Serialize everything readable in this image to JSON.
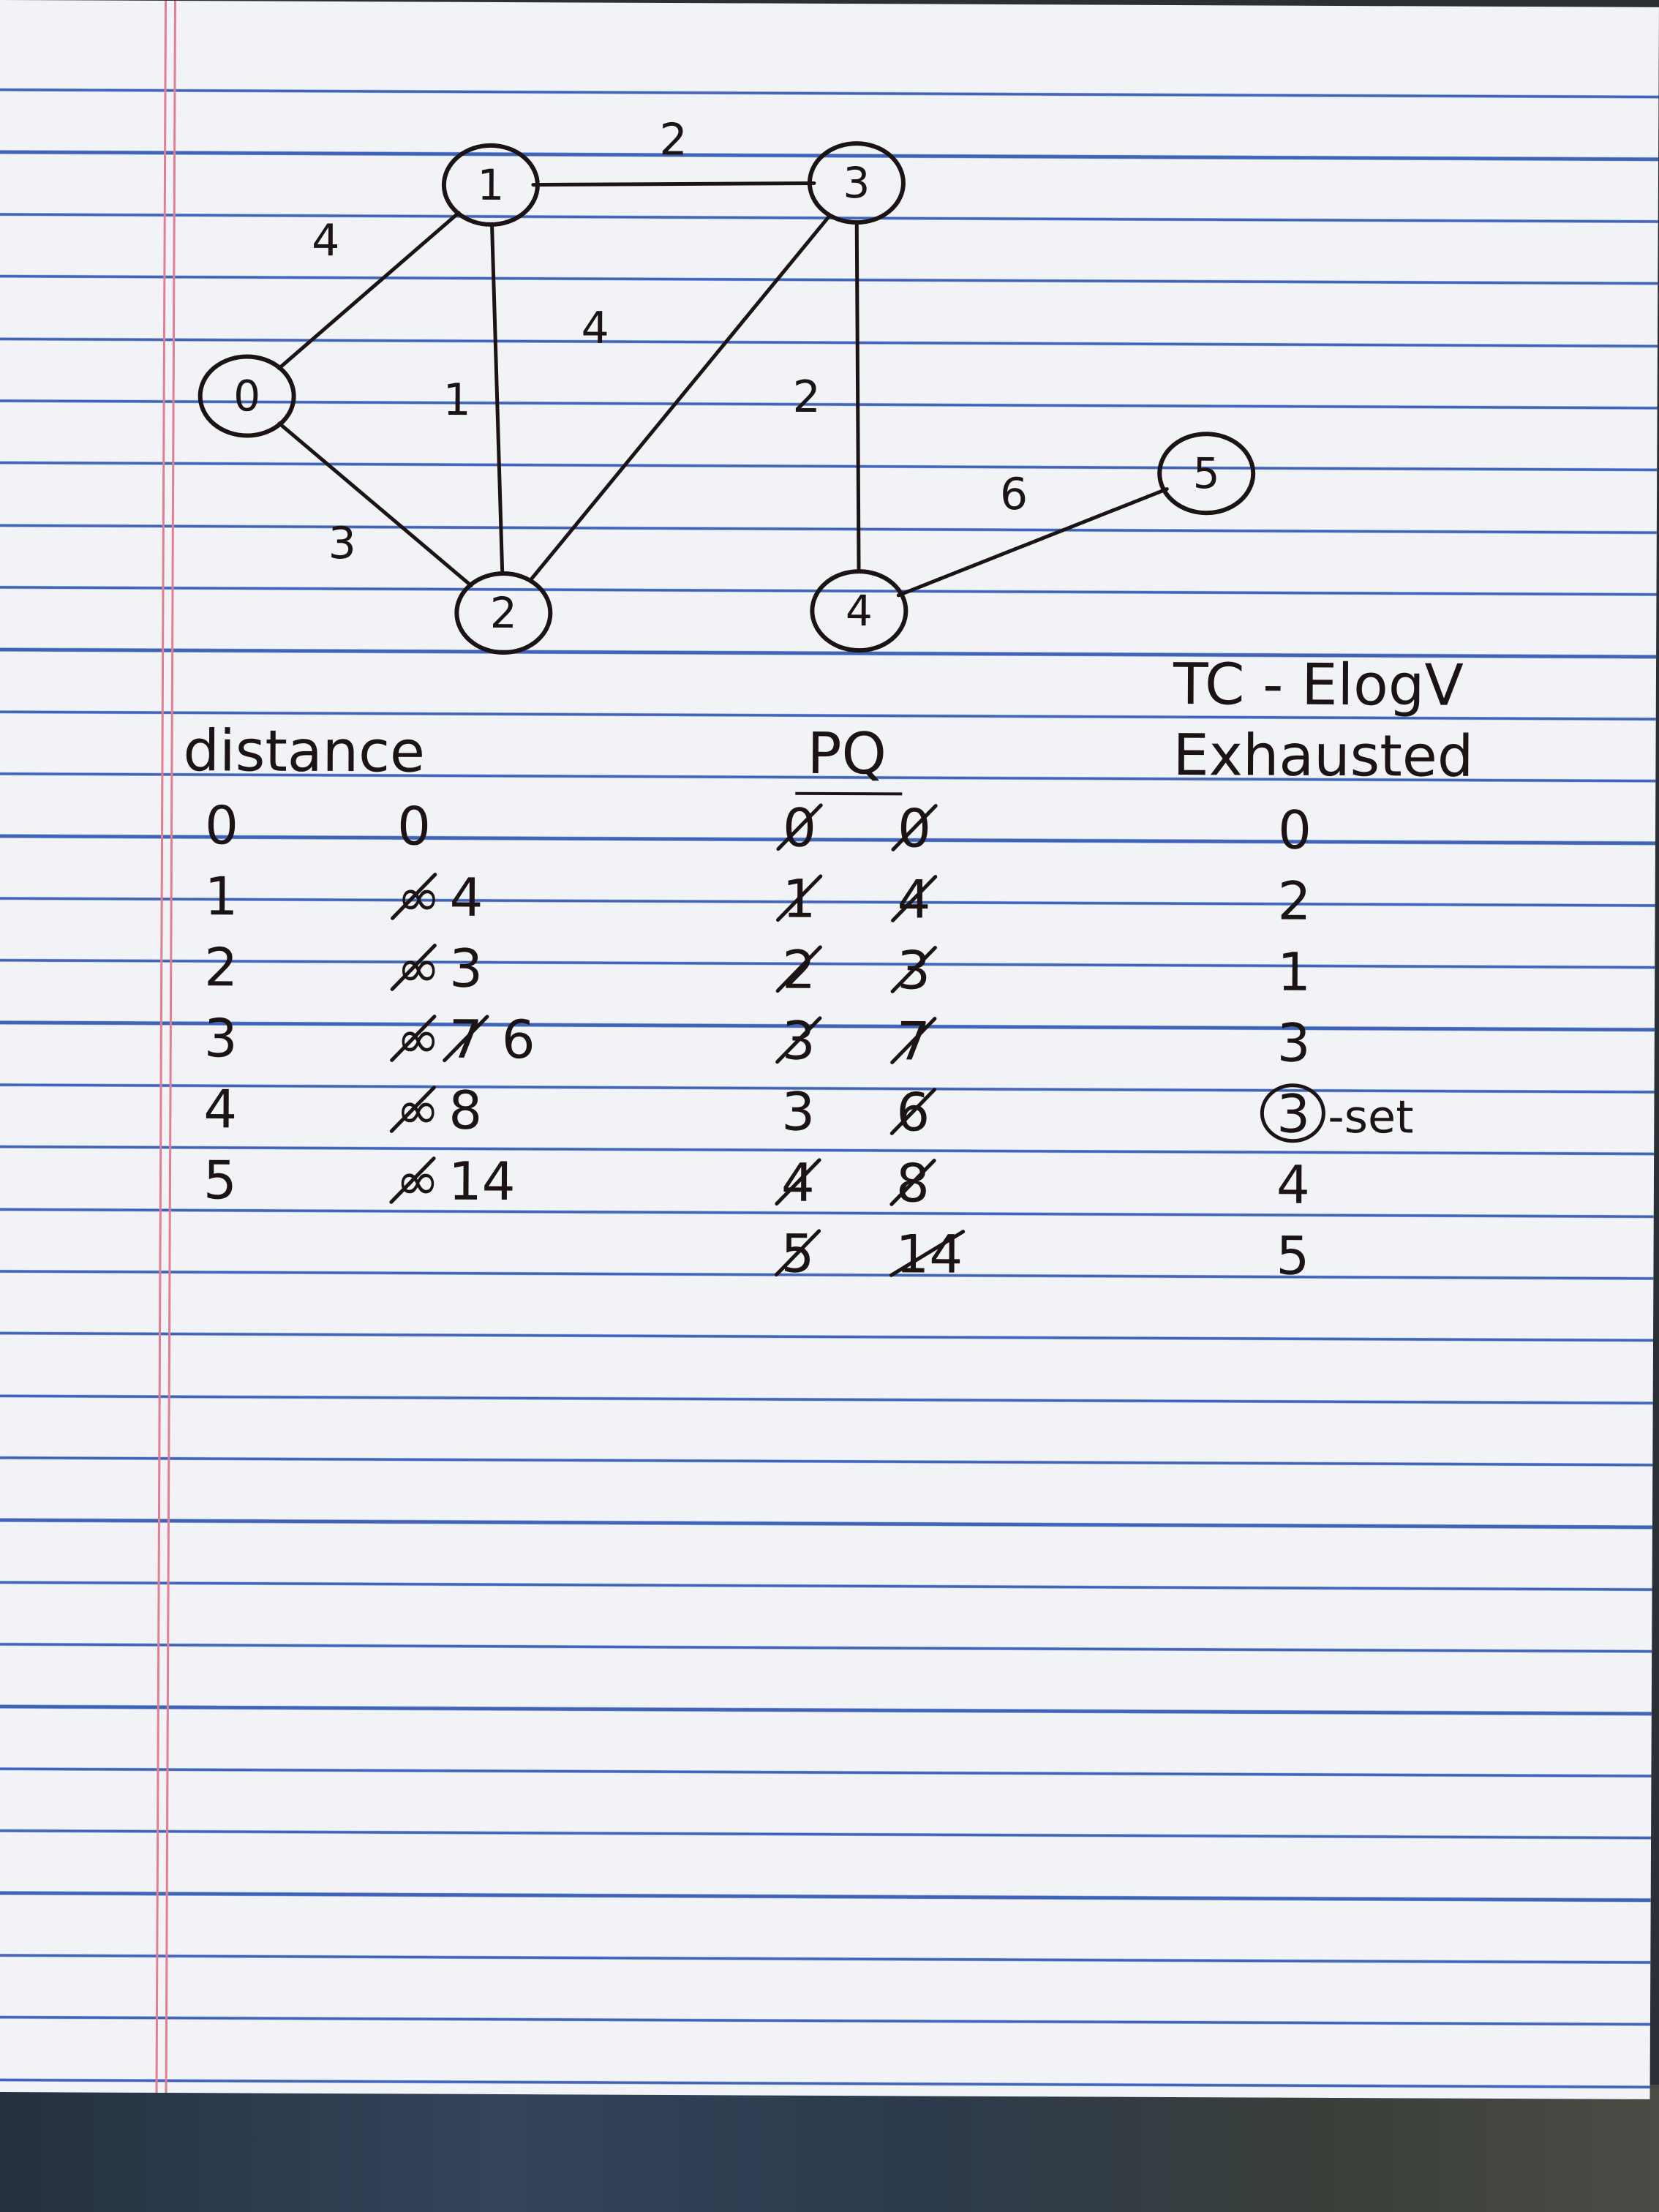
{
  "graph": {
    "nodes": [
      {
        "id": "0",
        "label": "0"
      },
      {
        "id": "1",
        "label": "1"
      },
      {
        "id": "2",
        "label": "2"
      },
      {
        "id": "3",
        "label": "3"
      },
      {
        "id": "4",
        "label": "4"
      },
      {
        "id": "5",
        "label": "5"
      }
    ],
    "edges": [
      {
        "from": "0",
        "to": "1",
        "weight": "4"
      },
      {
        "from": "0",
        "to": "2",
        "weight": "3"
      },
      {
        "from": "1",
        "to": "2",
        "weight": "1"
      },
      {
        "from": "1",
        "to": "3",
        "weight": "2"
      },
      {
        "from": "2",
        "to": "3",
        "weight": "4"
      },
      {
        "from": "3",
        "to": "4",
        "weight": "2"
      },
      {
        "from": "4",
        "to": "5",
        "weight": "6"
      }
    ]
  },
  "distance": {
    "title": "distance",
    "rows": [
      {
        "node": "0",
        "crossed": [],
        "value": "0"
      },
      {
        "node": "1",
        "crossed": [
          "∞"
        ],
        "value": "4"
      },
      {
        "node": "2",
        "crossed": [
          "∞"
        ],
        "value": "3"
      },
      {
        "node": "3",
        "crossed": [
          "∞",
          "7"
        ],
        "value": "6"
      },
      {
        "node": "4",
        "crossed": [
          "∞"
        ],
        "value": "8"
      },
      {
        "node": "5",
        "crossed": [
          "∞"
        ],
        "value": "14"
      }
    ]
  },
  "pq": {
    "title": "PQ",
    "rows": [
      {
        "node": "0",
        "dist": "0",
        "node_crossed": true,
        "dist_crossed": true
      },
      {
        "node": "1",
        "dist": "4",
        "node_crossed": true,
        "dist_crossed": true
      },
      {
        "node": "2",
        "dist": "3",
        "node_crossed": true,
        "dist_crossed": true
      },
      {
        "node": "3",
        "dist": "7",
        "node_crossed": true,
        "dist_crossed": true
      },
      {
        "node": "3",
        "dist": "6",
        "node_crossed": false,
        "dist_crossed": true
      },
      {
        "node": "4",
        "dist": "8",
        "node_crossed": true,
        "dist_crossed": true
      },
      {
        "node": "5",
        "dist": "14",
        "node_crossed": true,
        "dist_crossed": true
      }
    ]
  },
  "complexity": {
    "text": "TC - ElogV"
  },
  "exhausted": {
    "title": "Exhausted",
    "items": [
      {
        "label": "0"
      },
      {
        "label": "2"
      },
      {
        "label": "1"
      },
      {
        "label": "3"
      },
      {
        "label": "3",
        "circled": true,
        "note": "-set"
      },
      {
        "label": "4"
      },
      {
        "label": "5"
      }
    ]
  }
}
